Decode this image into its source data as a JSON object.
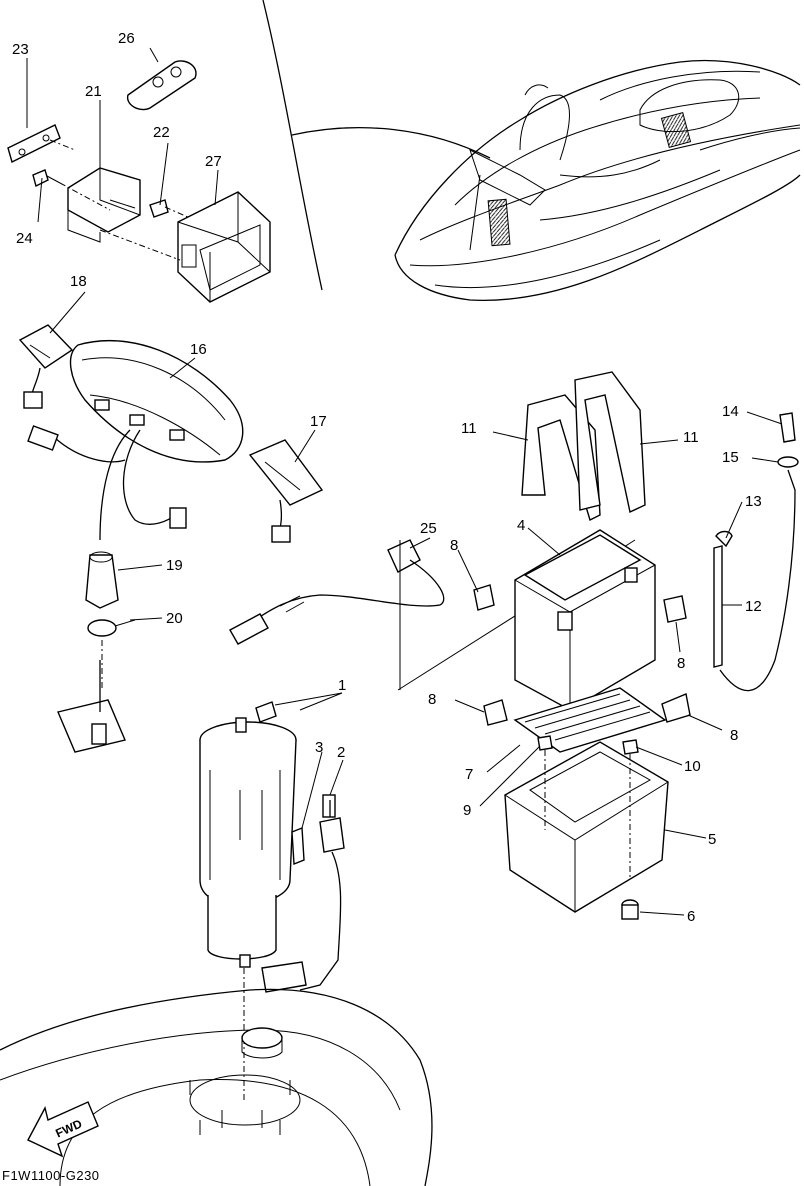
{
  "diagram": {
    "code": "F1W1100-G230",
    "fwd_label": "FWD",
    "callouts": [
      "1",
      "2",
      "3",
      "4",
      "5",
      "6",
      "7",
      "8",
      "8",
      "8",
      "8",
      "9",
      "10",
      "11",
      "11",
      "12",
      "13",
      "14",
      "15",
      "16",
      "17",
      "18",
      "19",
      "20",
      "21",
      "22",
      "23",
      "24",
      "25",
      "26",
      "27"
    ]
  }
}
